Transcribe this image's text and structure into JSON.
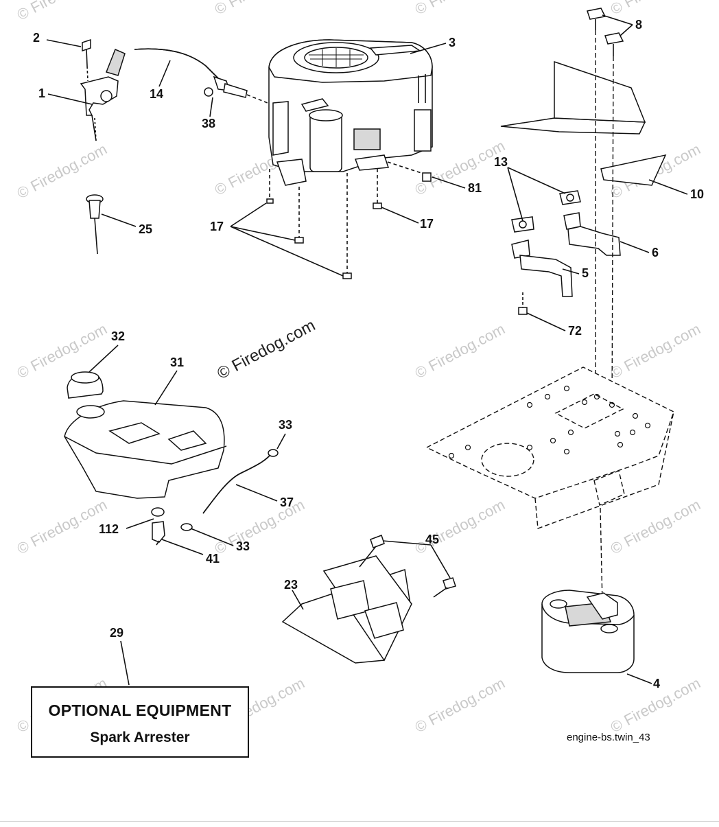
{
  "callouts": {
    "c1": "1",
    "c2": "2",
    "c3": "3",
    "c4": "4",
    "c5": "5",
    "c6": "6",
    "c8": "8",
    "c10": "10",
    "c13": "13",
    "c14": "14",
    "c17a": "17",
    "c17b": "17",
    "c23": "23",
    "c25": "25",
    "c29": "29",
    "c31": "31",
    "c32": "32",
    "c33a": "33",
    "c33b": "33",
    "c37": "37",
    "c38": "38",
    "c41": "41",
    "c45": "45",
    "c72": "72",
    "c81": "81",
    "c112": "112"
  },
  "optional_equipment": {
    "title": "OPTIONAL EQUIPMENT",
    "item": "Spark Arrester"
  },
  "diagram_code": "engine-bs.twin_43",
  "watermark": {
    "text": "© Firedog.com",
    "color": "#c9c9c9"
  }
}
